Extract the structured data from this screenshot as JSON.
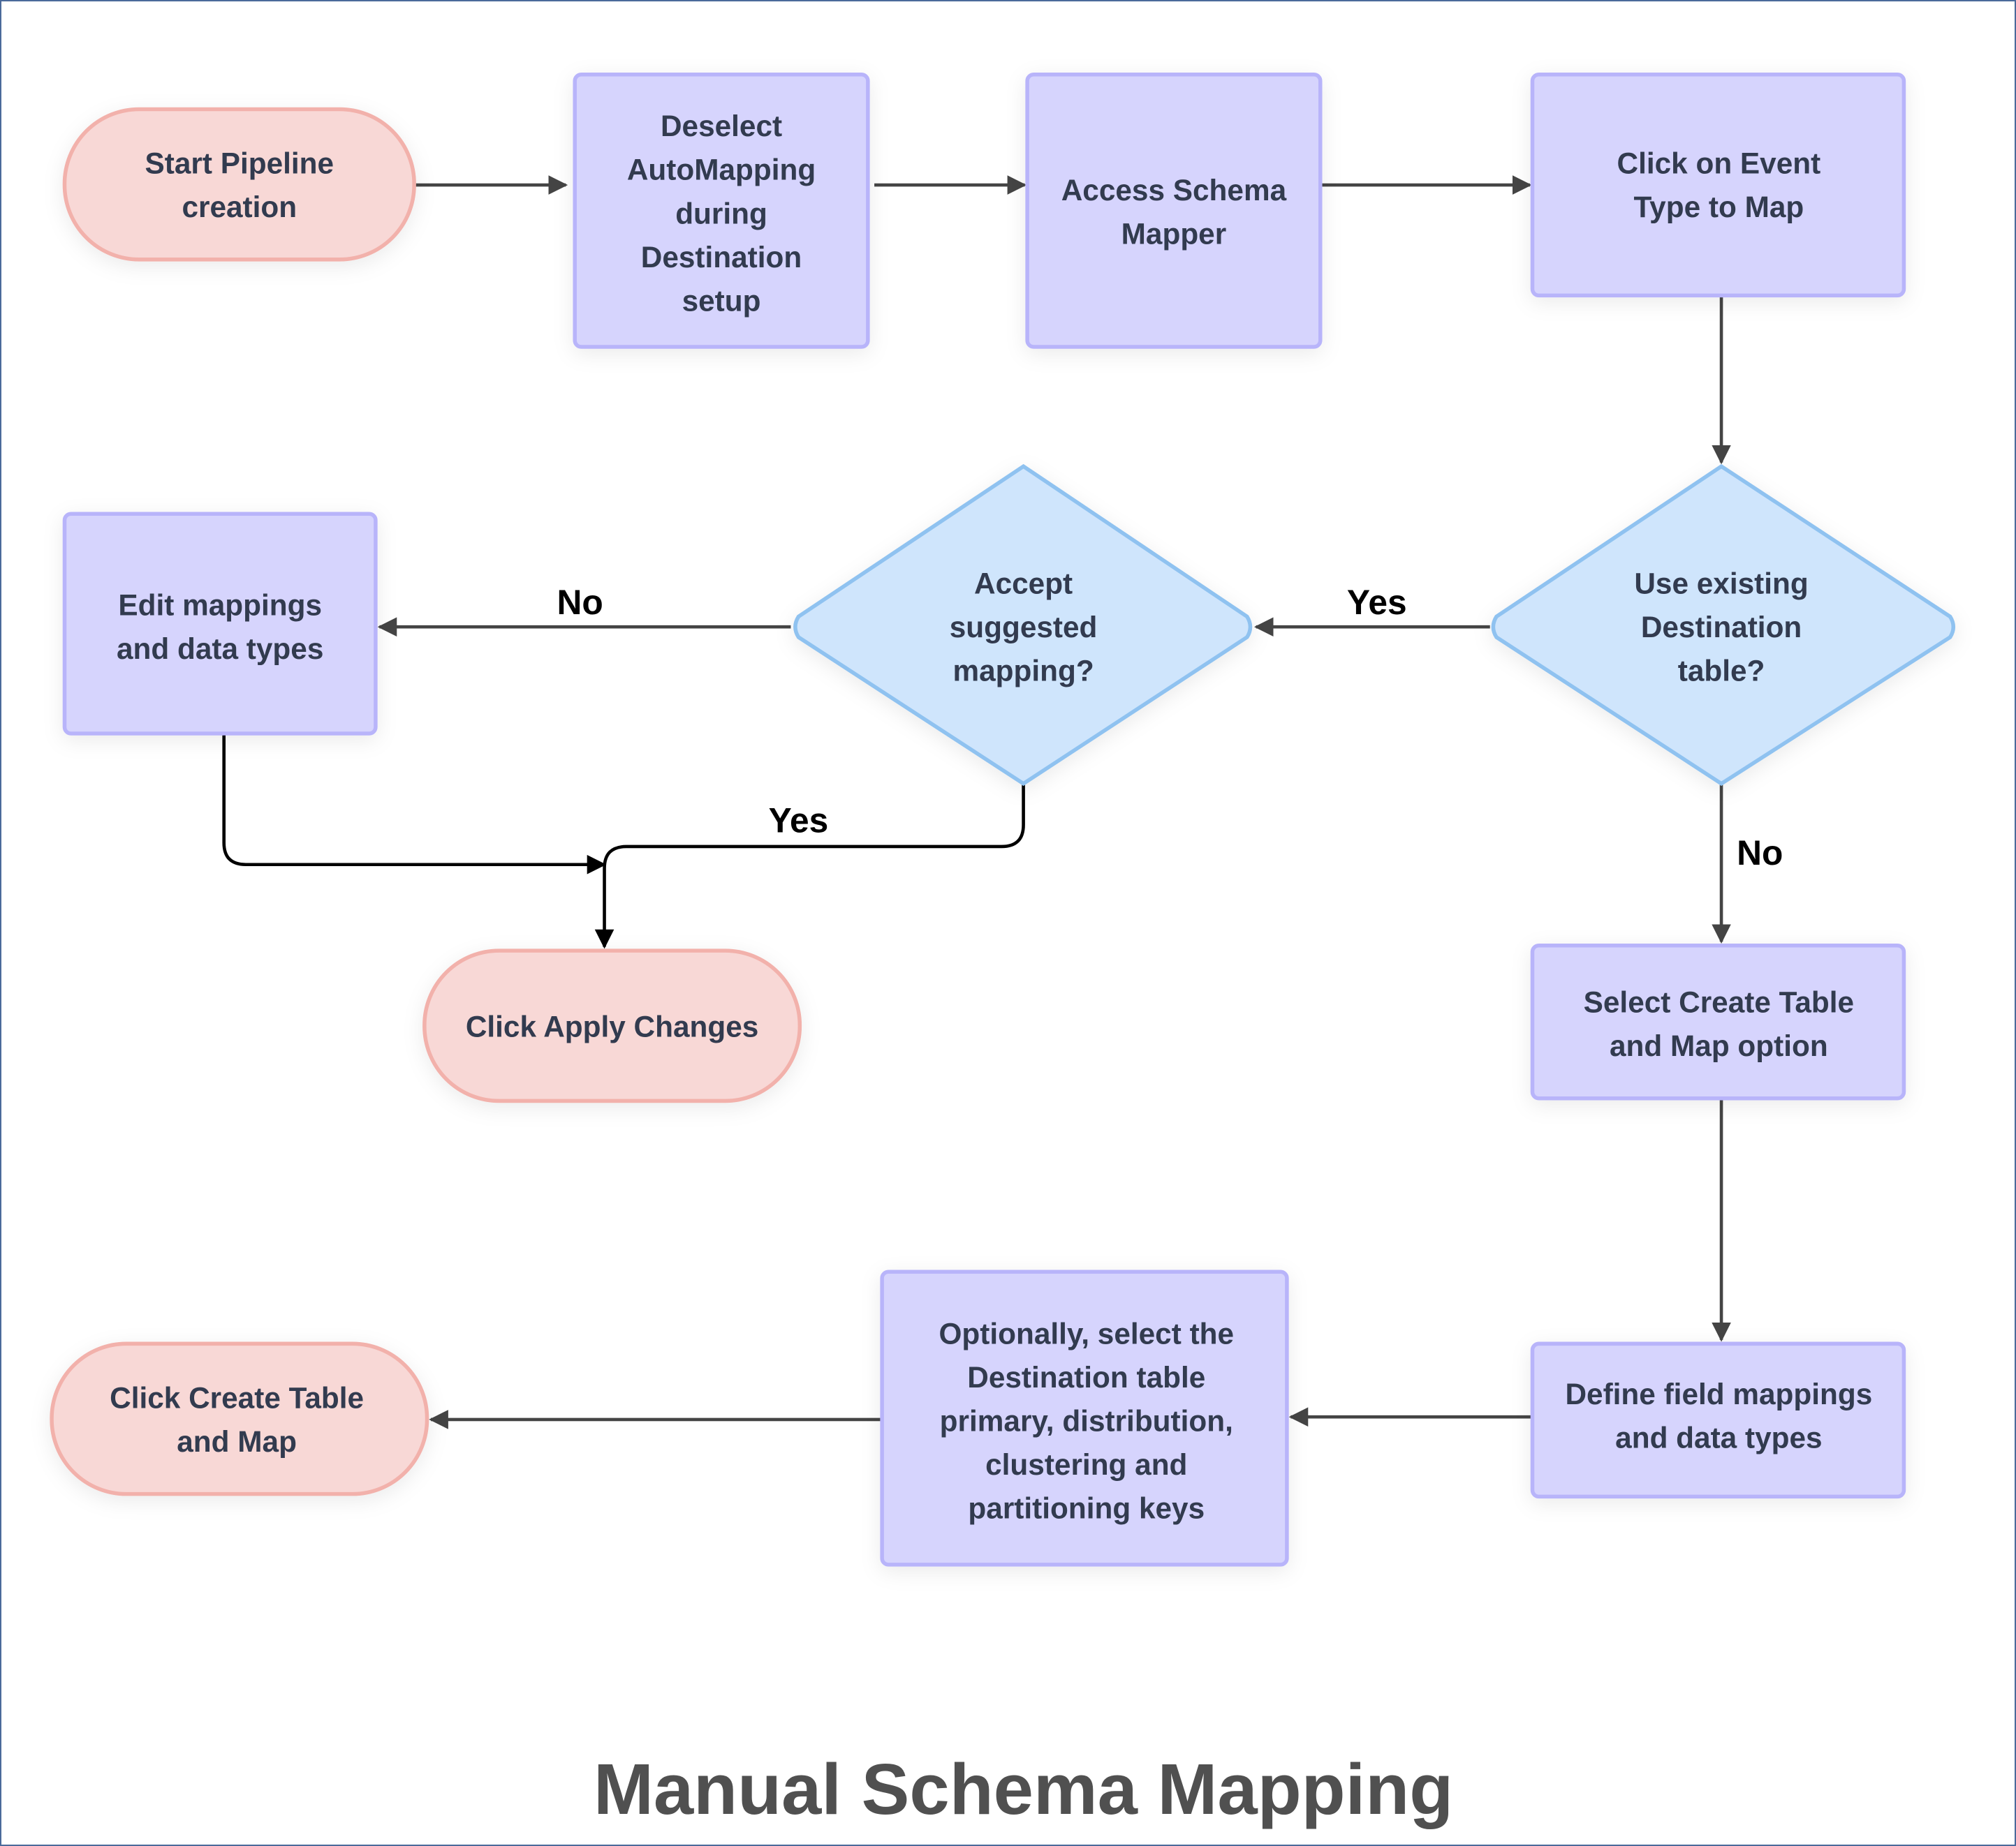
{
  "title": "Manual Schema Mapping",
  "nodes": {
    "start": {
      "type": "terminal",
      "lines": [
        "Start Pipeline",
        "creation"
      ]
    },
    "deselect": {
      "type": "process",
      "lines": [
        "Deselect",
        "AutoMapping",
        "during",
        "Destination",
        "setup"
      ]
    },
    "access": {
      "type": "process",
      "lines": [
        "Access Schema",
        "Mapper"
      ]
    },
    "click_event": {
      "type": "process",
      "lines": [
        "Click on Event",
        "Type to Map"
      ]
    },
    "use_existing": {
      "type": "decision",
      "lines": [
        "Use existing",
        "Destination",
        "table?"
      ]
    },
    "accept": {
      "type": "decision",
      "lines": [
        "Accept",
        "suggested",
        "mapping?"
      ]
    },
    "edit": {
      "type": "process",
      "lines": [
        "Edit mappings",
        "and data types"
      ]
    },
    "apply": {
      "type": "terminal",
      "lines": [
        "Click Apply Changes"
      ]
    },
    "select_create": {
      "type": "process",
      "lines": [
        "Select Create Table",
        "and Map option"
      ]
    },
    "define": {
      "type": "process",
      "lines": [
        "Define field mappings",
        "and data types"
      ]
    },
    "optionally": {
      "type": "process",
      "lines": [
        "Optionally, select the",
        "Destination table",
        "primary, distribution,",
        "clustering and",
        "partitioning keys"
      ]
    },
    "create_map": {
      "type": "terminal",
      "lines": [
        "Click Create Table",
        "and Map"
      ]
    }
  },
  "edges": {
    "use_existing_yes": "Yes",
    "accept_no": "No",
    "accept_yes": "Yes",
    "use_existing_no": "No"
  },
  "colors": {
    "process_fill": "#d6d4fd",
    "process_stroke": "#b8b4fa",
    "terminal_fill": "#f8d8d6",
    "terminal_stroke": "#f2b1ab",
    "decision_fill": "#cfe5fc",
    "decision_stroke": "#8fc2f0",
    "text": "#333a4f",
    "edge": "#444444"
  }
}
